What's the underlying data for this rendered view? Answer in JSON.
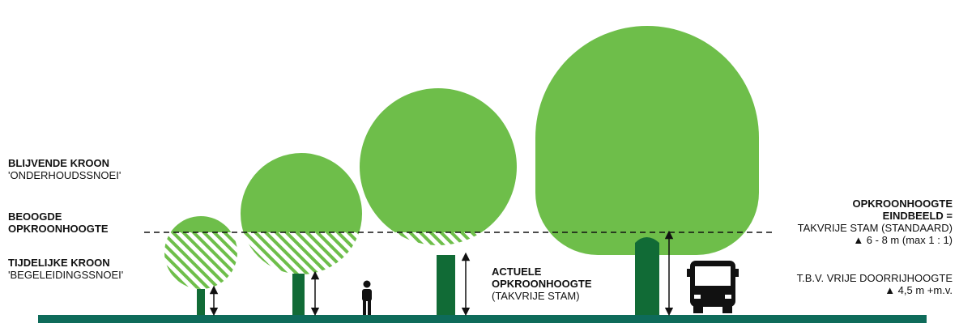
{
  "colors": {
    "crown": "#6ebe4a",
    "trunk": "#116b36",
    "ground": "#0e6b5a",
    "text": "#111111"
  },
  "labels": {
    "blijvende_title": "BLIJVENDE KROON",
    "blijvende_sub": "'ONDERHOUDSSNOEI'",
    "beoogde_line1": "BEOOGDE",
    "beoogde_line2": "OPKROONHOOGTE",
    "tijdelijke_title": "TIJDELIJKE KROON",
    "tijdelijke_sub": "'BEGELEIDINGSSNOEI'",
    "actuele_line1": "ACTUELE",
    "actuele_line2": "OPKROONHOOGTE",
    "actuele_sub": "(TAKVRIJE STAM)",
    "eind_line1": "OPKROONHOOGTE",
    "eind_line2": "EINDBEELD =",
    "eind_sub1": "TAKVRIJE STAM (STANDAARD)",
    "eind_sub2": "▲ 6 - 8 m (max 1 : 1)",
    "vrij_line1": "T.B.V. VRIJE DOORRIJHOOGTE",
    "vrij_line2": "▲ 4,5 m +m.v."
  },
  "icons": [
    "person-icon",
    "bus-icon",
    "height-arrow-icon",
    "dashed-line"
  ]
}
